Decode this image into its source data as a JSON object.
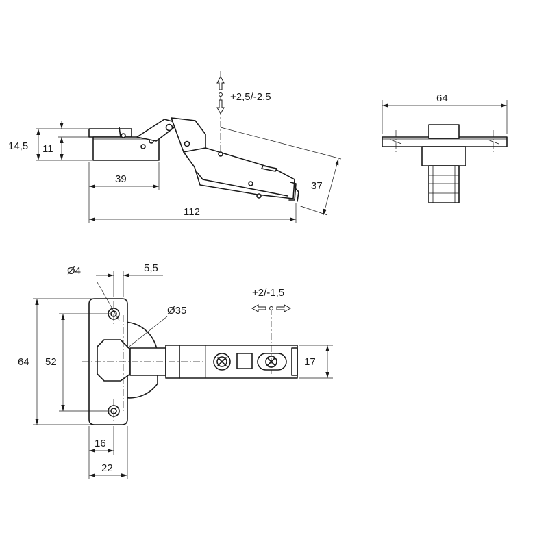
{
  "side_view": {
    "dims": {
      "height_total": "14,5",
      "height_body": "11",
      "length_cup": "39",
      "length_total": "112",
      "arm_offset": "37",
      "vertical_adjust": "+2,5/-2,5"
    }
  },
  "front_view": {
    "dims": {
      "width": "64"
    }
  },
  "top_view": {
    "dims": {
      "screw_hole_dia": "Ø4",
      "hole_offset": "5,5",
      "cup_dia": "Ø35",
      "plate_height": "64",
      "hole_spacing": "52",
      "arm_width": "17",
      "horizontal_adjust": "+2/-1,5",
      "hole_to_center": "16",
      "plate_width": "22"
    }
  }
}
